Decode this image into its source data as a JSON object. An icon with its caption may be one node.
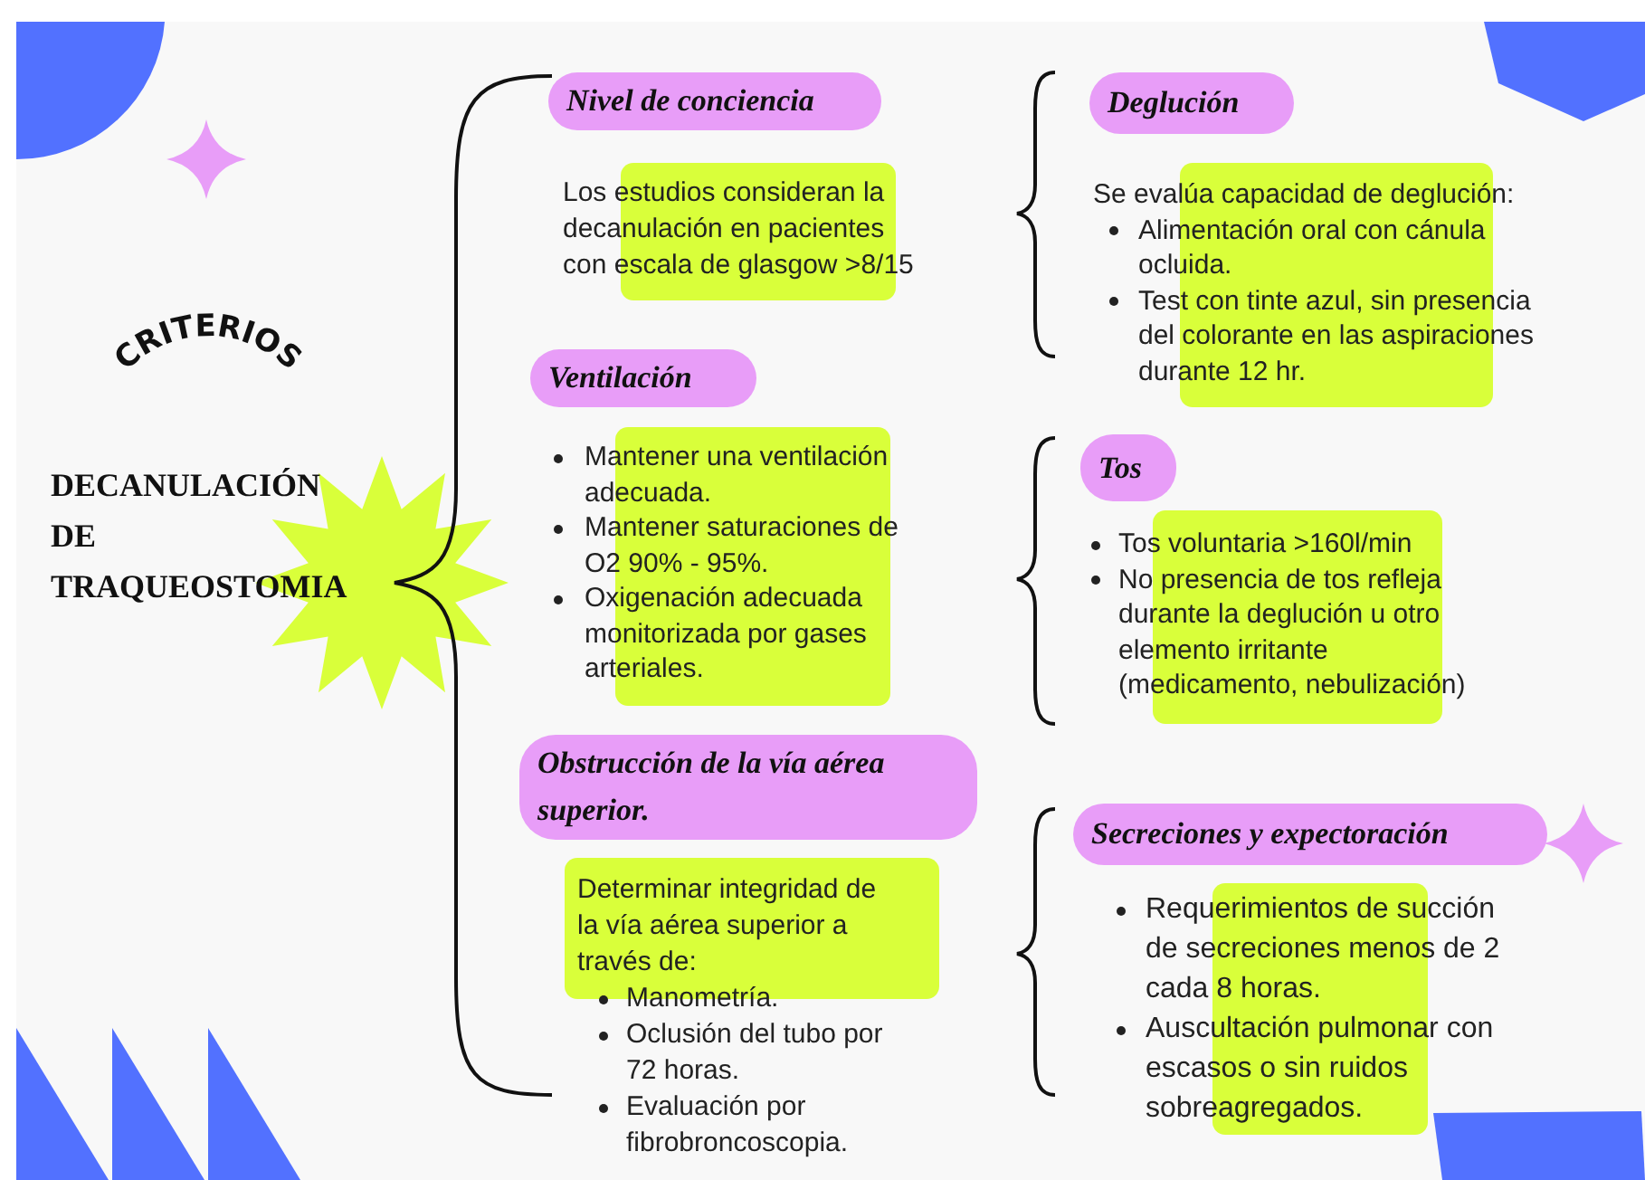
{
  "diagram": {
    "nodes": [
      {
        "text": [
          "Nivel de conciencia"
        ],
        "beside": [
          "Los estudios consideran la decanulación en pacientes con escala de glasgow >8/15"
        ]
      },
      {
        "text": [
          "Ventilación"
        ],
        "beside": [
          "Mantener una ventilación adecuada.",
          "Mantener saturaciones de O2 90% - 95%.",
          "Oxigenación adecuada monitorizada por gases arteriales."
        ]
      },
      {
        "text": [
          "Obstrucción de la vía aérea superior."
        ],
        "beside": [
          "Determinar integridad de la vía aérea superior a través de:",
          "Manometría.",
          "Oclusión del tubo por 72 horas.",
          "Evaluación por fibrobroncoscopia."
        ]
      },
      {
        "text": [
          "Deglución"
        ],
        "beside": [
          "Se evalúa capacidad de deglución:",
          "Alimentación oral con cánula ocluida.",
          "Test con tinte azul, sin presencia del colorante en las aspiraciones durante 12 hr."
        ]
      },
      {
        "text": [
          "Tos"
        ],
        "beside": [
          "Tos voluntaria >160l/min",
          "No presencia de tos refleja durante la deglución u otro elemento irritante (medicamento, nebulización)"
        ]
      },
      {
        "text": [
          "Secreciones y expectoración"
        ],
        "beside": [
          "Requerimientos de succión de secreciones menos de 2 cada 8 horas.",
          "Auscultación pulmonar con escasos o sin ruidos sobreagregados."
        ]
      },
      {
        "text": [],
        "shape": "star"
      }
    ],
    "labels": [
      "CRITERIOS",
      "DECANULACIÓN DE TRAQUEOSTOMIA"
    ]
  }
}
